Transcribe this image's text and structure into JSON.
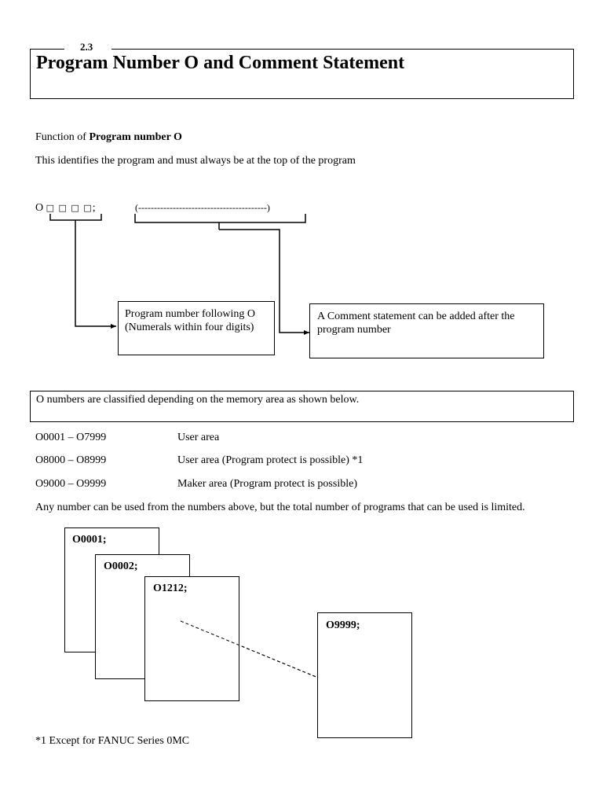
{
  "section": {
    "number": "2.3",
    "title": "Program Number O and Comment Statement"
  },
  "function": {
    "prefix": "Function of ",
    "bold": "Program number O",
    "description": "This identifies the program and must always be at the top of the program"
  },
  "diagram": {
    "format_prefix": "O ",
    "format_placeholders": "□ □ □ □",
    "format_semicolon": ";",
    "comment_placeholder": "(-----------------------------------------)",
    "program_number_box": [
      "Program number following O",
      "(Numerals within four digits)"
    ],
    "comment_box": [
      "A Comment statement can be added after the",
      "program number"
    ]
  },
  "classification": {
    "intro": "O numbers are classified depending on the memory area as shown below.",
    "rows": [
      {
        "range": "O0001 – O7999",
        "area": "User area"
      },
      {
        "range": "O8000 – O8999",
        "area": "User area (Program protect is possible) *1"
      },
      {
        "range": "O9000 – O9999",
        "area": "Maker area (Program protect is possible)"
      }
    ],
    "note": "Any number can be used from the numbers above, but the total number of programs that can be used is limited."
  },
  "program_stack": {
    "programs": [
      "O0001;",
      "O0002;",
      "O1212;",
      "O9999;"
    ]
  },
  "footnote": "*1 Except for FANUC Series 0MC"
}
